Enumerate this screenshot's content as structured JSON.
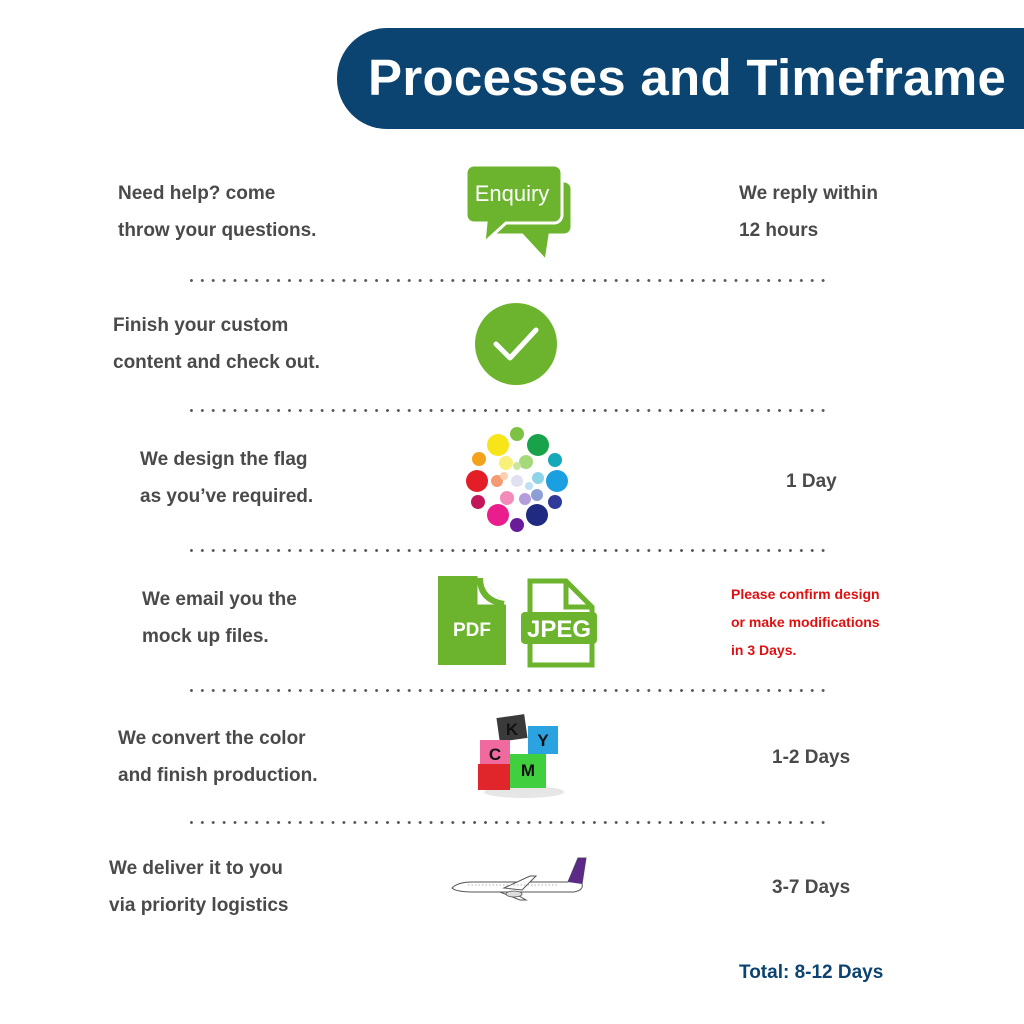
{
  "header": {
    "title": "Processes and Timeframe"
  },
  "steps": [
    {
      "lines": [
        "Need help? come",
        "throw your questions."
      ],
      "icon": "enquiry-chat-icon",
      "icon_label": "Enquiry",
      "time_lines": [
        "We reply within",
        "12 hours"
      ]
    },
    {
      "lines": [
        "Finish your custom",
        "content and check out."
      ],
      "icon": "checkmark-icon",
      "time_lines": []
    },
    {
      "lines": [
        "We design the flag",
        "as you’ve required."
      ],
      "icon": "color-dots-icon",
      "time_lines": [
        "1 Day"
      ]
    },
    {
      "lines": [
        "We email you the",
        "mock up files."
      ],
      "icon": "file-icons",
      "icon_labels": [
        "PDF",
        "JPEG"
      ],
      "note_lines": [
        "Please confirm design",
        "or make modifications",
        "in 3 Days."
      ]
    },
    {
      "lines": [
        "We convert the color",
        "and finish production."
      ],
      "icon": "cmyk-blocks-icon",
      "icon_letters": [
        "K",
        "Y",
        "C",
        "M"
      ],
      "time_lines": [
        "1-2 Days"
      ]
    },
    {
      "lines": [
        "We deliver it to you",
        "via priority logistics"
      ],
      "icon": "airplane-icon",
      "time_lines": [
        "3-7 Days"
      ]
    }
  ],
  "footer": {
    "total": "Total: 8-12 Days"
  },
  "colors": {
    "brand": "#0b4470",
    "green": "#6cb42e",
    "note_red": "#e01010",
    "text": "#4a4a4a"
  }
}
